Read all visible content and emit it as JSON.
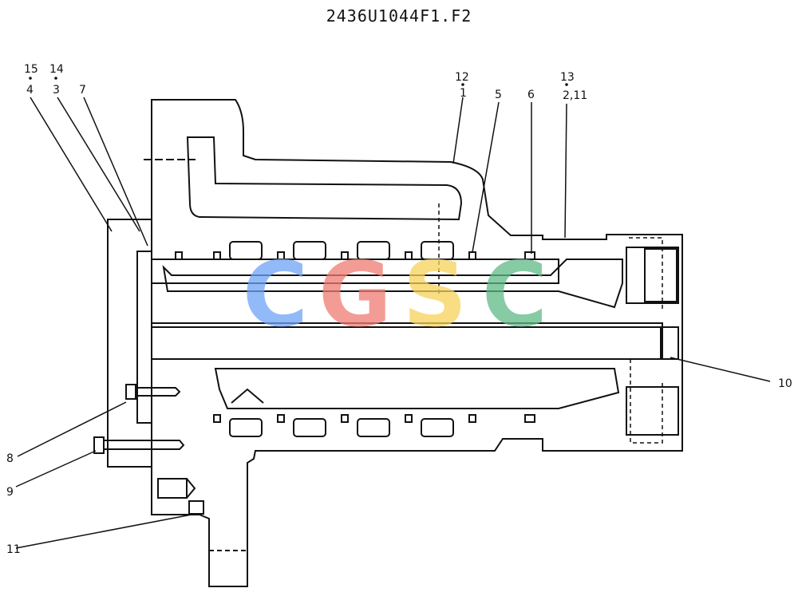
{
  "drawing": {
    "title": "2436U1044F1.F2"
  },
  "callouts": {
    "c15": "15",
    "c4": "4",
    "c14": "14",
    "c3": "3",
    "c7": "7",
    "c12": "12",
    "c1": "1",
    "c5": "5",
    "c6": "6",
    "c13": "13",
    "c2_11": "2,11",
    "c10": "10",
    "c8": "8",
    "c9": "9",
    "c11": "11"
  },
  "watermark": {
    "letters": [
      "C",
      "G",
      "S",
      "C"
    ],
    "colors": [
      "#6ea3f7",
      "#f07c72",
      "#f7d25a",
      "#5fba86"
    ]
  }
}
